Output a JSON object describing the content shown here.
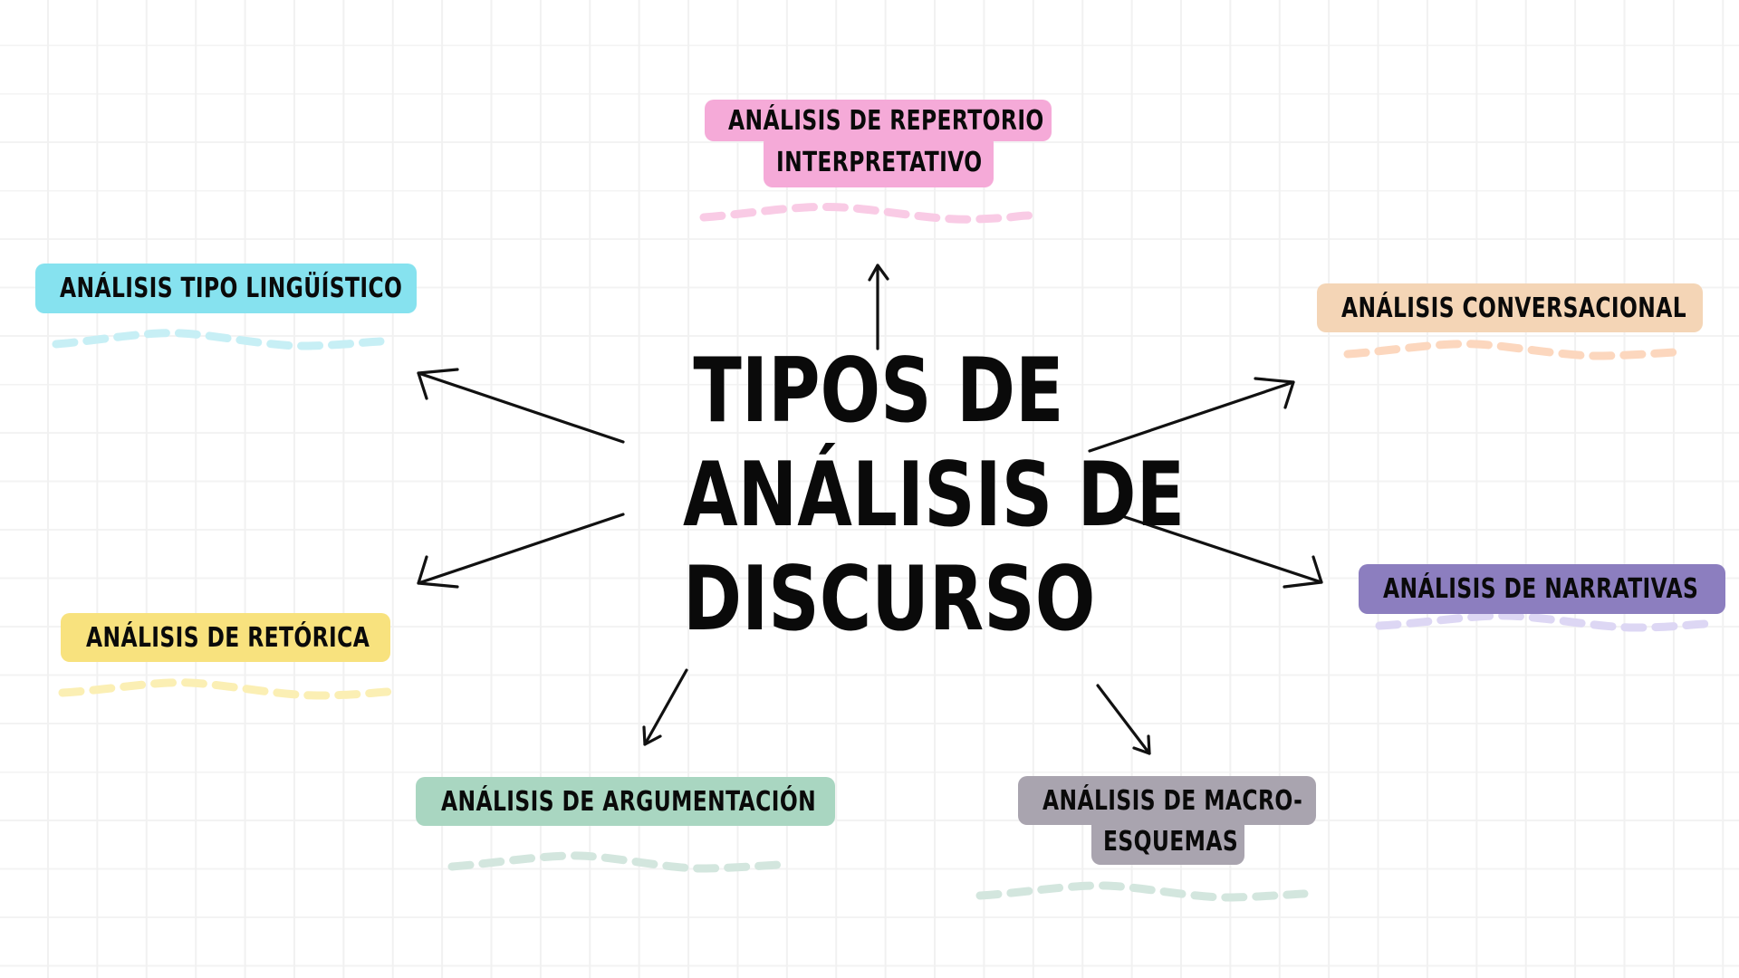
{
  "diagram": {
    "type": "mind-map",
    "central_topic": {
      "lines": [
        "Tipos de",
        "Análisis de",
        "Discurso"
      ]
    },
    "branches": [
      {
        "id": "repertorio",
        "lines": [
          "Análisis de Repertorio",
          "Interpretativo"
        ],
        "color": "#f5aad8",
        "dash_color": "#f9cbe5",
        "position": "top"
      },
      {
        "id": "linguistico",
        "lines": [
          "Análisis tipo lingüístico"
        ],
        "color": "#86e2ef",
        "dash_color": "#c7eff5",
        "position": "upper-left"
      },
      {
        "id": "conversacional",
        "lines": [
          "Análisis conversacional"
        ],
        "color": "#f4d5b6",
        "dash_color": "#fcd7be",
        "position": "upper-right"
      },
      {
        "id": "narrativas",
        "lines": [
          "Análisis de narrativas"
        ],
        "color": "#8c7ebf",
        "dash_color": "#ddd7f4",
        "position": "lower-right"
      },
      {
        "id": "retorica",
        "lines": [
          "Análisis de retórica"
        ],
        "color": "#f8e27e",
        "dash_color": "#fbefb4",
        "position": "lower-left"
      },
      {
        "id": "argumentacion",
        "lines": [
          "Análisis de argumentación"
        ],
        "color": "#a9d6c1",
        "dash_color": "#d3e6de",
        "position": "bottom-left"
      },
      {
        "id": "macroesquemas",
        "lines": [
          "Análisis de macro-",
          "esquemas"
        ],
        "color": "#a9a4af",
        "dash_color": "#d3e6de",
        "position": "bottom-right"
      }
    ],
    "arrow_color": "#111111"
  }
}
